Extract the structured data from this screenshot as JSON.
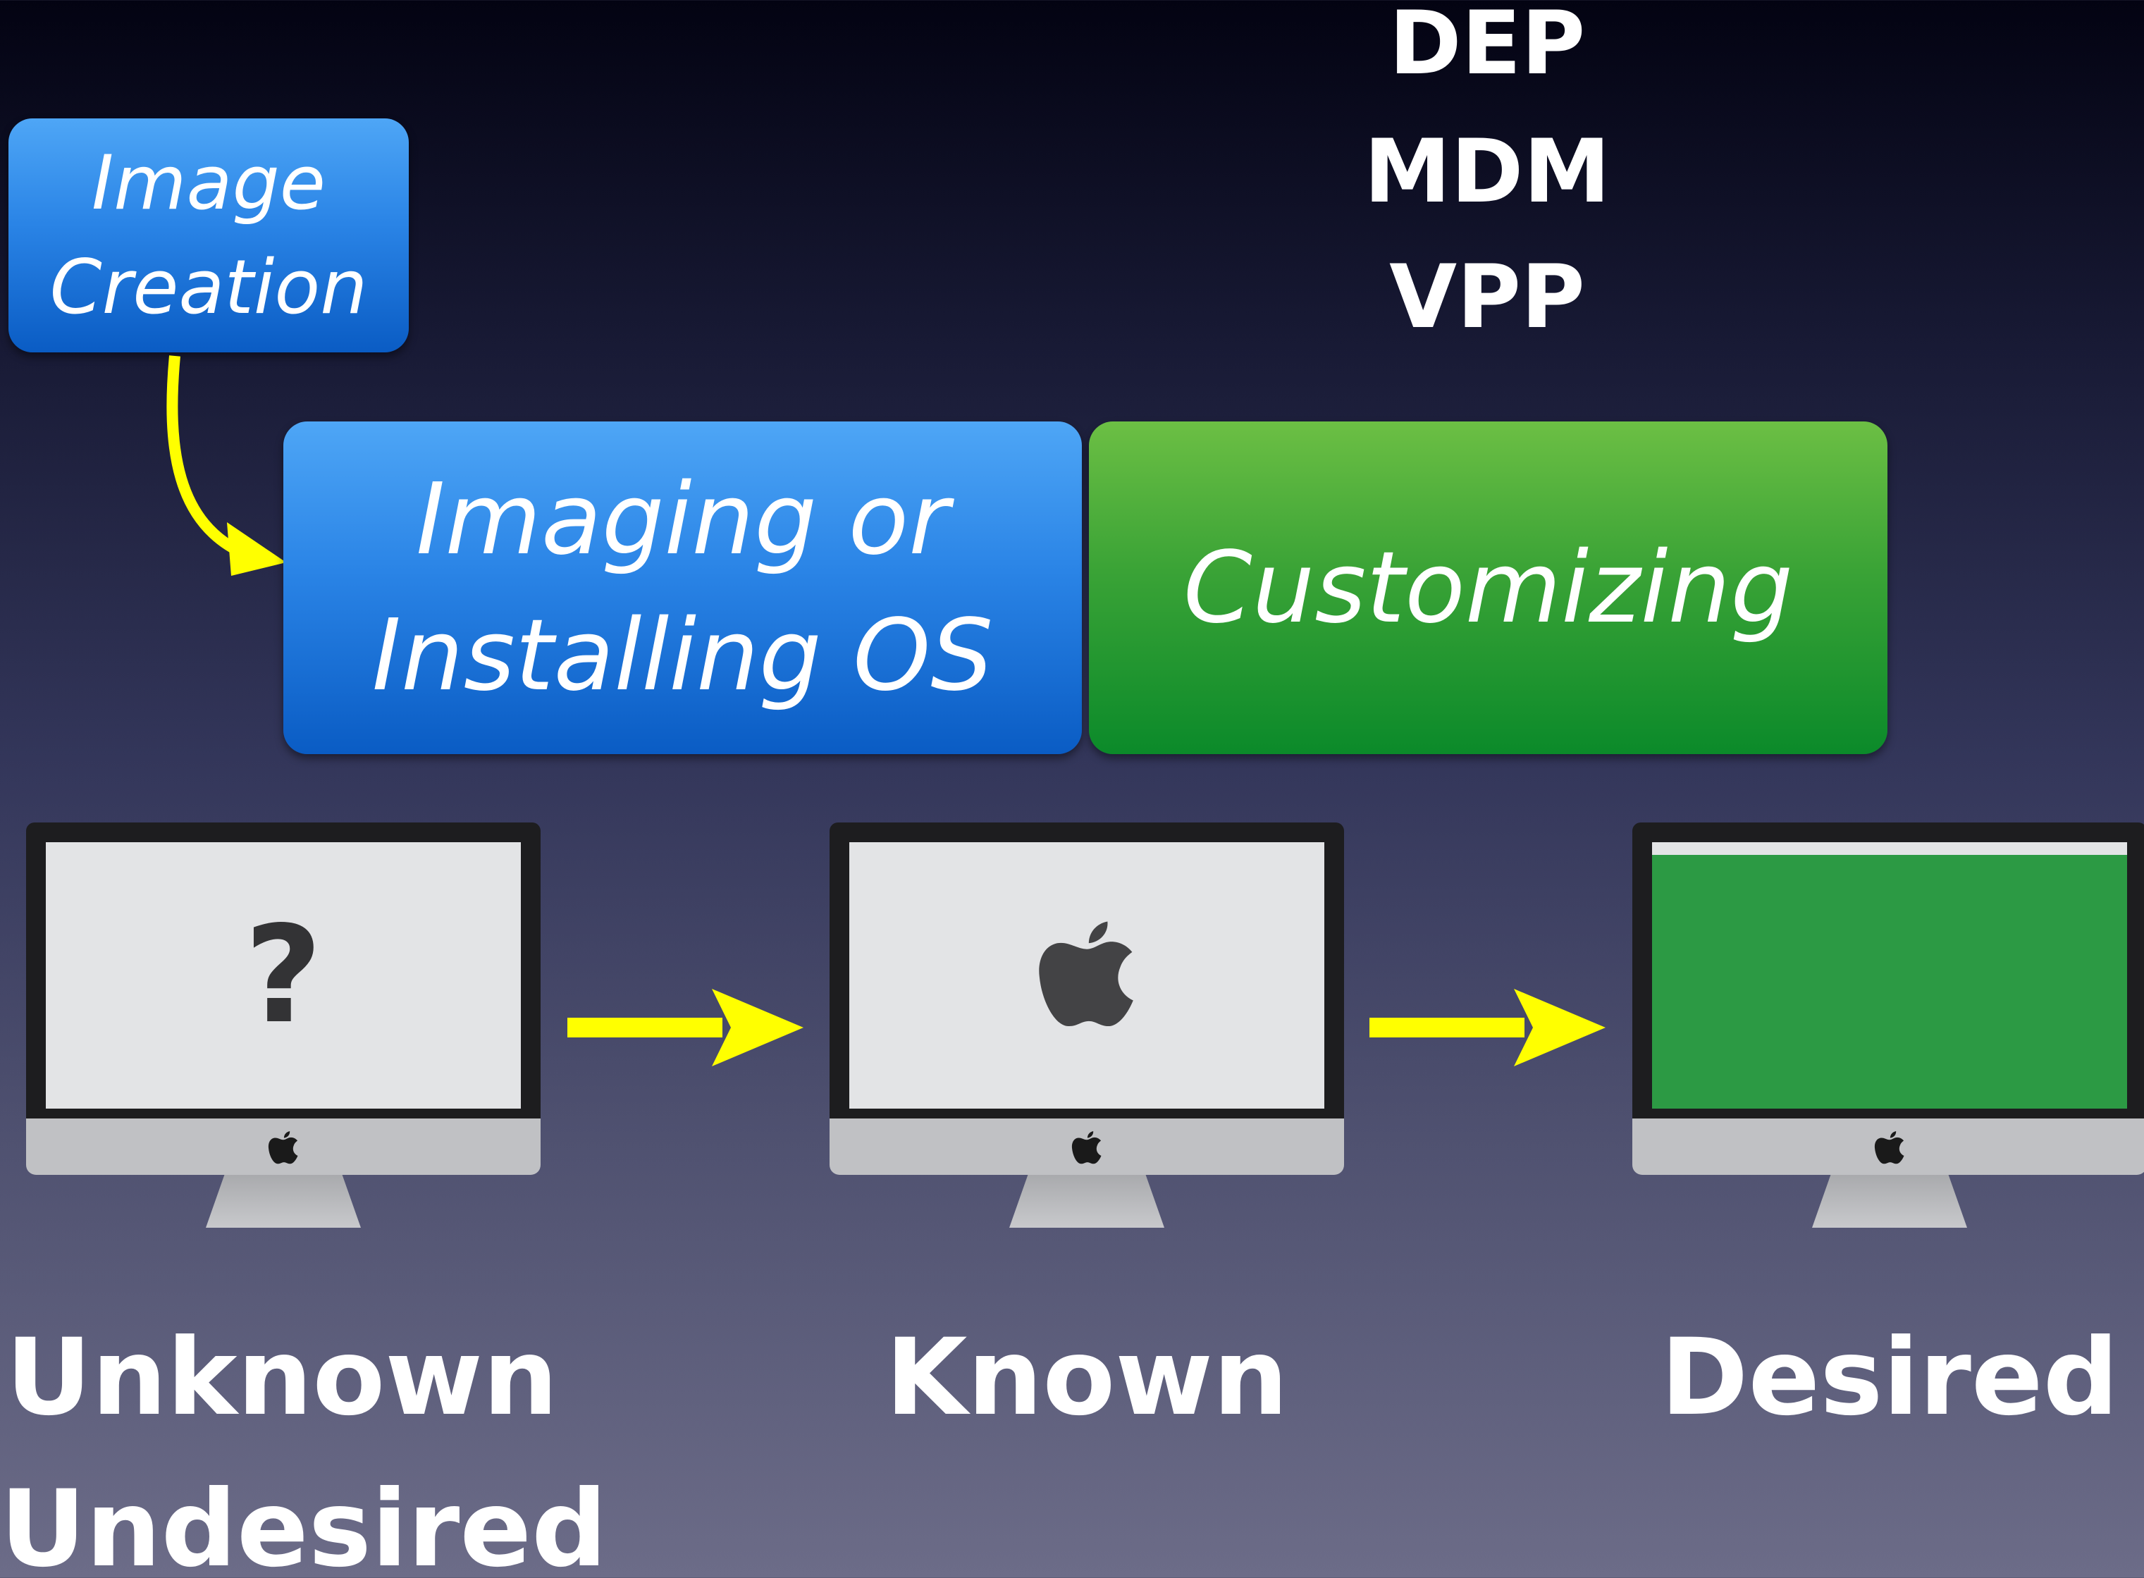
{
  "acronyms": [
    "DEP",
    "MDM",
    "VPP"
  ],
  "boxes": {
    "image_creation": {
      "line1": "Image",
      "line2": "Creation"
    },
    "imaging": {
      "line1": "Imaging or",
      "line2": "Installing OS"
    },
    "customizing": {
      "label": "Customizing"
    }
  },
  "monitors": {
    "unknown": {
      "screen_glyph": "?"
    }
  },
  "states": {
    "unknown": {
      "line1": "Unknown",
      "line2": "Undesired"
    },
    "known": {
      "label": "Known"
    },
    "desired": {
      "label": "Desired"
    }
  },
  "colors": {
    "arrow": "#ffff00",
    "blue_box": "#2a84e6",
    "green_box": "#1f9a30",
    "desired_screen": "#2c9a44"
  },
  "icons": [
    "apple-logo-icon",
    "question-mark-icon",
    "arrow-right-icon",
    "curved-arrow-icon"
  ]
}
